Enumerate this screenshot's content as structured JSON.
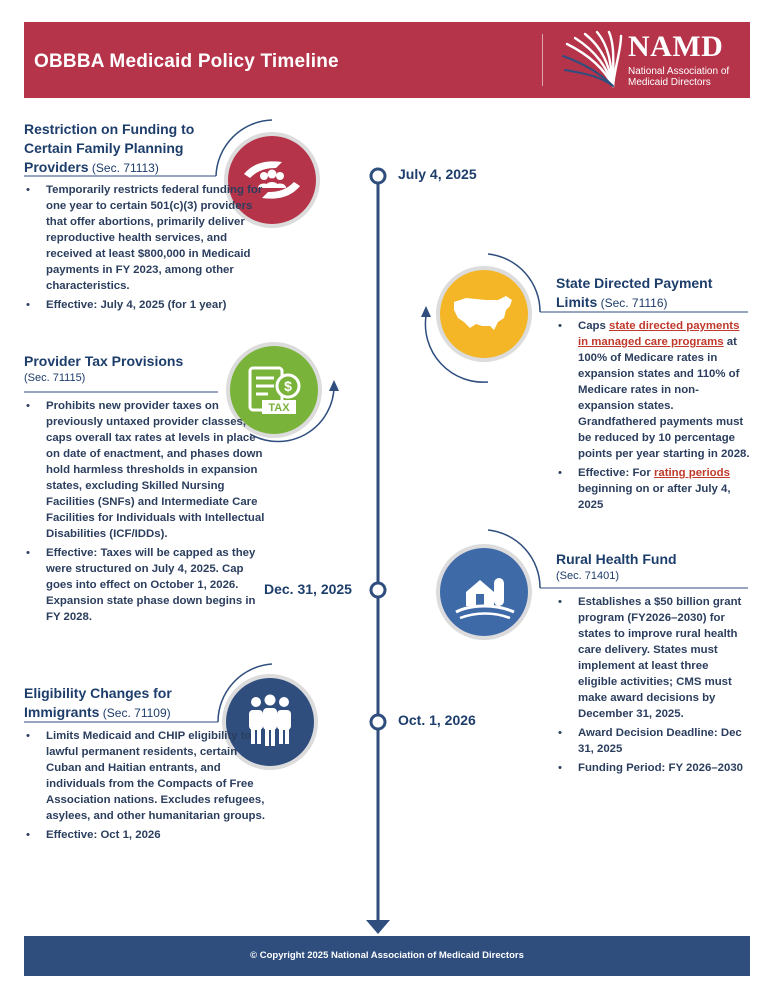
{
  "header": {
    "title": "OBBBA Medicaid Policy Timeline",
    "logo_name": "NAMD",
    "logo_sub_line1": "National Association of",
    "logo_sub_line2": "Medicaid Directors"
  },
  "timeline": {
    "dates": [
      "July 4, 2025",
      "Dec. 31, 2025",
      "Oct. 1, 2026"
    ]
  },
  "sections": {
    "family_planning": {
      "title_line1": "Restriction on Funding to",
      "title_line2": "Certain Family Planning",
      "title_line3": "Providers",
      "sec": " (Sec. 71113)",
      "icon": "hands-people-icon",
      "bullets": [
        "Temporarily restricts federal funding for one year to certain 501(c)(3) providers that offer abortions, primarily deliver reproductive health services, and received at least $800,000 in Medicaid payments in FY 2023, among other characteristics.",
        "Effective: July 4, 2025 (for 1 year)"
      ]
    },
    "provider_tax": {
      "title": "Provider Tax Provisions",
      "sec": "(Sec. 71115)",
      "icon": "tax-document-icon",
      "icon_text": "TAX",
      "bullets": [
        "Prohibits new provider taxes on previously untaxed provider classes, caps overall tax rates at levels in place on date of enactment, and phases down hold harmless thresholds in expansion states, excluding Skilled Nursing Facilities (SNFs) and Intermediate Care Facilities for Individuals with Intellectual Disabilities (ICF/IDDs).",
        "Effective: Taxes will be capped as they were structured on July 4, 2025. Cap goes into effect on October 1, 2026. Expansion state phase down begins in FY 2028."
      ]
    },
    "immigrants": {
      "title_line1": "Eligibility Changes for",
      "title_line2": "Immigrants",
      "sec": " (Sec. 71109)",
      "icon": "people-group-icon",
      "bullets": [
        "Limits Medicaid and CHIP eligibility to lawful permanent residents, certain Cuban and Haitian entrants, and individuals from the Compacts of Free Association nations. Excludes refugees, asylees, and other humanitarian groups.",
        "Effective: Oct 1, 2026"
      ]
    },
    "state_directed": {
      "title_line1": "State Directed Payment",
      "title_line2": "Limits",
      "sec": " (Sec. 71116)",
      "icon": "us-map-icon",
      "b1_pre": "Caps ",
      "b1_link": "state directed payments in managed care programs",
      "b1_post": " at 100% of Medicare rates in expansion states and 110% of Medicare rates in non-expansion states. Grandfathered payments must be reduced by 10 percentage points per year starting in 2028.",
      "b2_pre": "Effective: For ",
      "b2_link": "rating periods",
      "b2_post": " beginning on or after July 4, 2025"
    },
    "rural_health": {
      "title": "Rural Health Fund",
      "sec": "(Sec. 71401)",
      "icon": "barn-icon",
      "bullets": [
        "Establishes a $50 billion grant program (FY2026–2030) for states to improve rural health care delivery. States must implement at least three eligible activities; CMS must make award decisions by December 31, 2025.",
        "Award Decision Deadline: Dec 31, 2025",
        "Funding Period: FY 2026–2030"
      ]
    }
  },
  "footer": {
    "text": "© Copyright 2025 National Association of Medicaid Directors"
  },
  "colors": {
    "header": "#b5344a",
    "navy": "#2f4e7e",
    "red_icon": "#b5344a",
    "green_icon": "#7ab33a",
    "yellow_icon": "#f4b526",
    "blue_icon": "#3f6aa8",
    "dark_blue_icon": "#2f4e7e"
  }
}
